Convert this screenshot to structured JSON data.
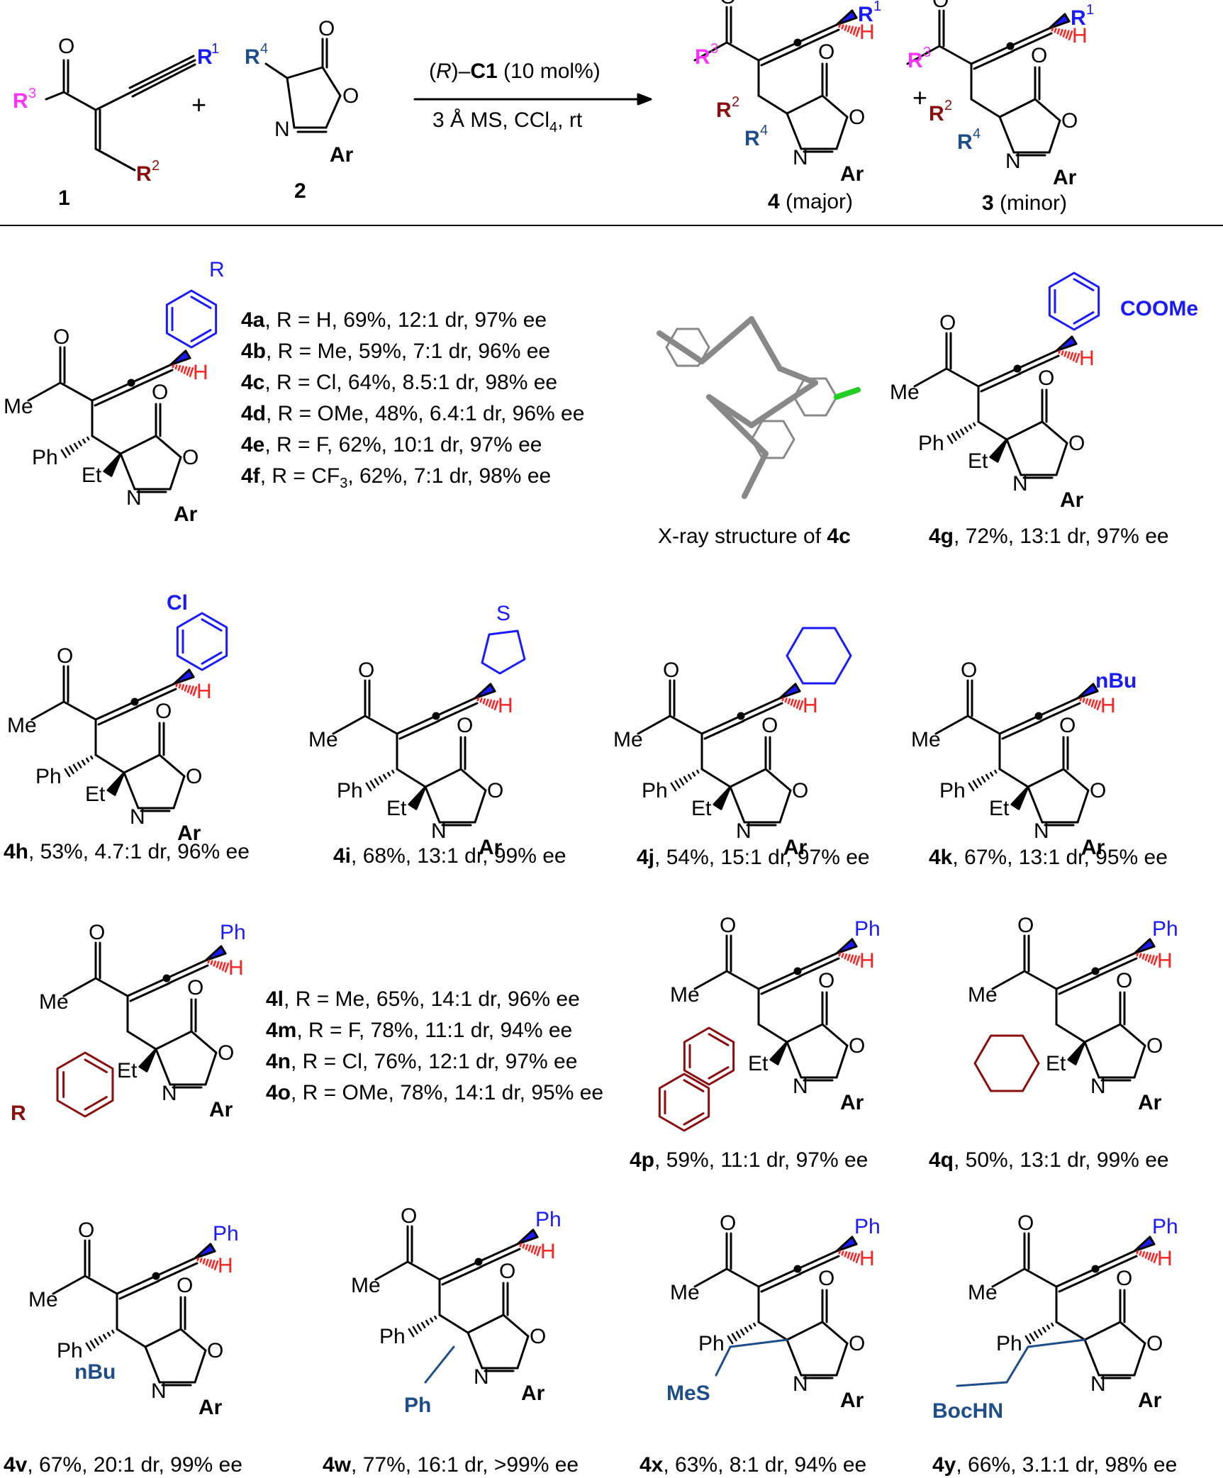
{
  "colors": {
    "blue": "#1a1aff",
    "red": "#ff2020",
    "magenta": "#ff33ff",
    "darkred": "#8b0d0d",
    "navy": "#1e4d8c",
    "green": "#22cc22"
  },
  "header": {
    "label_1": "1",
    "label_2": "2",
    "plus": "+",
    "cond_top_prefix": "(",
    "cond_top_r": "R",
    "cond_top_mid": ")–",
    "cond_top_c1": "C1",
    "cond_top_suffix": " (10 mol%)",
    "cond_bottom": "3 Å MS, CCl",
    "cond_bottom_sub": "4",
    "cond_bottom_end": ", rt",
    "major_num": "4",
    "major_text": " (major)",
    "minor_num": "3",
    "minor_text": " (minor)",
    "atoms": {
      "O": "O",
      "N": "N",
      "Ar": "Ar",
      "R": "R",
      "H": "H",
      "Me": "Me",
      "Ph": "Ph",
      "Et": "Et"
    }
  },
  "row1": {
    "list_a": [
      {
        "id": "4a",
        "text": ", R = H, 69%, 12:1 dr, 97% ee"
      },
      {
        "id": "4b",
        "text": ", R = Me, 59%, 7:1 dr, 96% ee"
      },
      {
        "id": "4c",
        "text": ", R = Cl, 64%, 8.5:1 dr, 98% ee"
      },
      {
        "id": "4d",
        "text": ", R = OMe, 48%, 6.4:1 dr, 96% ee"
      },
      {
        "id": "4e",
        "text": ", R = F, 62%, 10:1 dr, 97% ee"
      },
      {
        "id": "4f",
        "text": ", R = CF",
        "sub": "3",
        "tail": ", 62%, 7:1 dr, 98% ee"
      }
    ],
    "xray_text": "X-ray structure of ",
    "xray_id": "4c",
    "g_id": "4g",
    "g_text": ", 72%, 13:1 dr, 97% ee",
    "g_sub": "COOMe"
  },
  "row2": {
    "h_id": "4h",
    "h_text": ", 53%, 4.7:1 dr, 96% ee",
    "i_id": "4i",
    "i_text": ", 68%, 13:1 dr, 99% ee",
    "j_id": "4j",
    "j_text": ", 54%, 15:1 dr, 97% ee",
    "k_id": "4k",
    "k_text": ", 67%, 13:1 dr, 95% ee",
    "cl": "Cl",
    "s": "S",
    "nbu": "nBu"
  },
  "row3": {
    "list_b": [
      {
        "id": "4l",
        "text": ", R = Me, 65%, 14:1 dr, 96% ee"
      },
      {
        "id": "4m",
        "text": ", R = F, 78%, 11:1 dr, 94% ee"
      },
      {
        "id": "4n",
        "text": ", R = Cl, 76%, 12:1 dr, 97% ee"
      },
      {
        "id": "4o",
        "text": ", R = OMe, 78%, 14:1 dr, 95% ee"
      }
    ],
    "p_id": "4p",
    "p_text": ", 59%, 11:1 dr, 97% ee",
    "q_id": "4q",
    "q_text": ", 50%, 13:1 dr, 99% ee"
  },
  "row4": {
    "v_id": "4v",
    "v_text": ",  67%, 20:1 dr, 99% ee",
    "w_id": "4w",
    "w_text": ", 77%, 16:1 dr, >99% ee",
    "x_id": "4x",
    "x_text": ", 63%, 8:1 dr, 94% ee",
    "y_id": "4y",
    "y_text": ", 66%, 3.1:1 dr, 98% ee",
    "nbu": "nBu",
    "ph": "Ph",
    "mes": "MeS",
    "bochn": "BocHN"
  }
}
